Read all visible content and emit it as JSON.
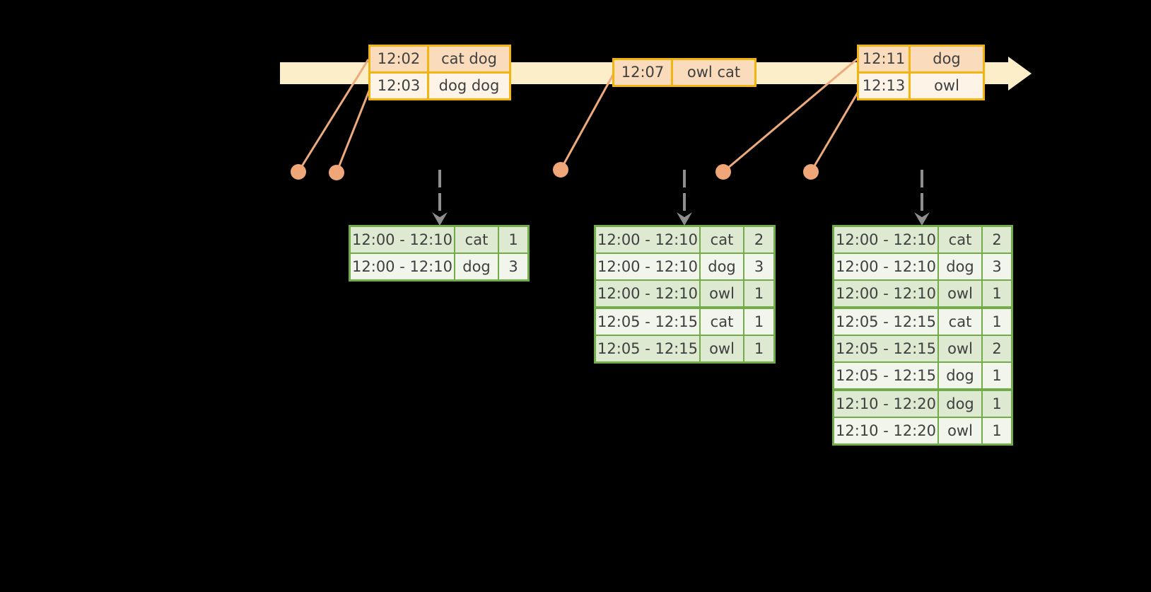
{
  "colors": {
    "cream": "#fbeec9",
    "gold": "#f2b411",
    "peach": "#fadcbd",
    "cream2": "#fdf3e6",
    "salmon-line": "#edaa7d",
    "salmon-dot": "#efa678",
    "gray": "#8f8f8f",
    "green": "#71ac49",
    "gdark": "#dde9d1",
    "glight": "#f1f5ec",
    "ink": "#3f3f3f"
  },
  "event_tables": [
    {
      "rows": [
        {
          "time": "12:02",
          "words": "cat dog"
        },
        {
          "time": "12:03",
          "words": "dog dog"
        }
      ]
    },
    {
      "rows": [
        {
          "time": "12:07",
          "words": "owl cat"
        }
      ]
    },
    {
      "rows": [
        {
          "time": "12:11",
          "words": "dog"
        },
        {
          "time": "12:13",
          "words": "owl"
        }
      ]
    }
  ],
  "result_tables": [
    {
      "rows": [
        {
          "window": "12:00 - 12:10",
          "word": "cat",
          "count": "1"
        },
        {
          "window": "12:00 - 12:10",
          "word": "dog",
          "count": "3"
        }
      ]
    },
    {
      "rows": [
        {
          "window": "12:00 - 12:10",
          "word": "cat",
          "count": "2"
        },
        {
          "window": "12:00 - 12:10",
          "word": "dog",
          "count": "3"
        },
        {
          "window": "12:00 - 12:10",
          "word": "owl",
          "count": "1"
        },
        {
          "window": "12:05 - 12:15",
          "word": "cat",
          "count": "1",
          "group_start": true
        },
        {
          "window": "12:05 - 12:15",
          "word": "owl",
          "count": "1"
        }
      ]
    },
    {
      "rows": [
        {
          "window": "12:00 - 12:10",
          "word": "cat",
          "count": "2"
        },
        {
          "window": "12:00 - 12:10",
          "word": "dog",
          "count": "3"
        },
        {
          "window": "12:00 - 12:10",
          "word": "owl",
          "count": "1"
        },
        {
          "window": "12:05 - 12:15",
          "word": "cat",
          "count": "1",
          "group_start": true
        },
        {
          "window": "12:05 - 12:15",
          "word": "owl",
          "count": "2"
        },
        {
          "window": "12:05 - 12:15",
          "word": "dog",
          "count": "1"
        },
        {
          "window": "12:10 - 12:20",
          "word": "dog",
          "count": "1",
          "group_start": true
        },
        {
          "window": "12:10 - 12:20",
          "word": "owl",
          "count": "1"
        }
      ]
    }
  ]
}
